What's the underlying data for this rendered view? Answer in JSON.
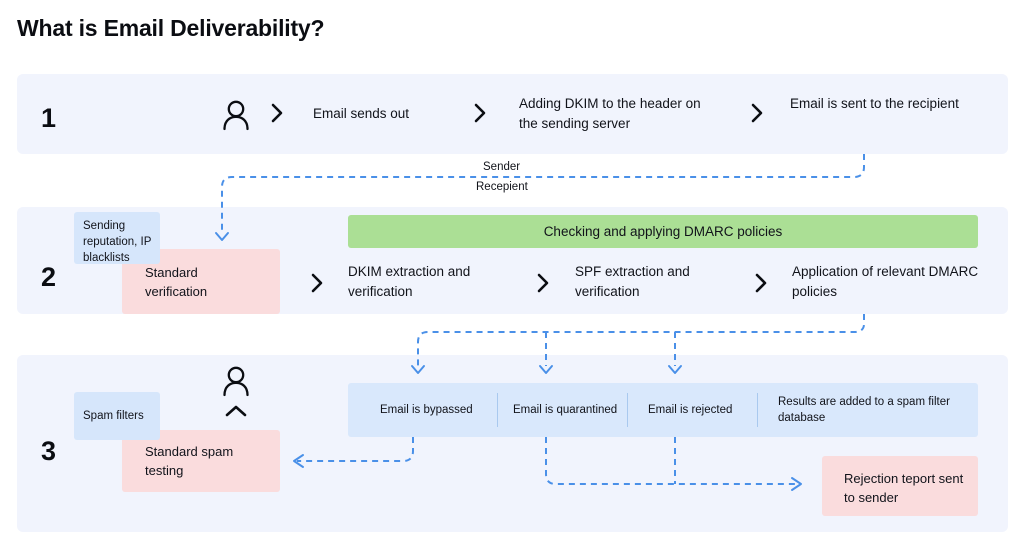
{
  "title": "What is Email Deliverability?",
  "colors": {
    "row_bg": "#f1f4fd",
    "blue_box": "#d6e6fb",
    "pink_box": "#fadcdd",
    "green_box": "#abdf95",
    "results_bar": "#d9e8fc",
    "wire": "#4a90e8",
    "text": "#11131a"
  },
  "rows": [
    {
      "number": "1",
      "steps": [
        "Email sends out",
        "Adding DKIM to the header on the sending server",
        "Email is sent to the recipient"
      ]
    },
    {
      "number": "2",
      "banner": "Checking and applying DMARC policies",
      "tags": {
        "blue": "Sending reputation, IP blacklists",
        "pink": "Standard verification"
      },
      "steps": [
        "DKIM extraction and verification",
        "SPF extraction and verification",
        "Application of relevant DMARC policies"
      ]
    },
    {
      "number": "3",
      "tags": {
        "blue": "Spam filters",
        "pink": "Standard spam testing"
      },
      "results": [
        "Email is bypassed",
        "Email is quarantined",
        "Email is rejected",
        "Results are added to a spam filter database"
      ],
      "rejection_box": "Rejection teport sent to sender"
    }
  ],
  "connectors": {
    "sender_label": "Sender",
    "recipient_label": "Recepient"
  }
}
